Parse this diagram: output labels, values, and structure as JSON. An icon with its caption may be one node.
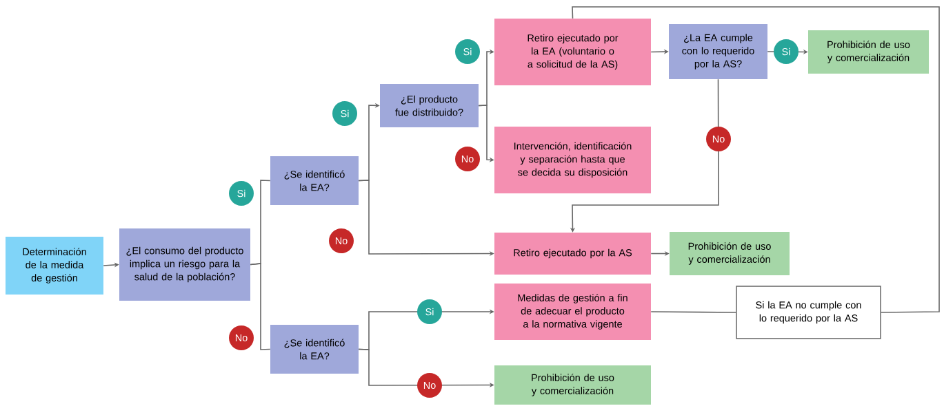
{
  "diagram": {
    "nodes": [
      {
        "text": [
          "Determinación de la medida de gestión"
        ]
      },
      {
        "text": [
          "¿El consumo del producto implica un riesgo para la salud de la población?"
        ]
      },
      {
        "text": [
          "¿Se identificó la EA?"
        ]
      },
      {
        "text": [
          "¿Se identificó la EA?"
        ]
      },
      {
        "text": [
          "¿El producto fue distribuido?"
        ]
      },
      {
        "text": [
          "Retiro ejecutado por la EA (voluntario o a solicitud de la AS)"
        ]
      },
      {
        "text": [
          "Intervención, identificación y separación hasta que se decida su disposición"
        ]
      },
      {
        "text": [
          "¿La EA cumple con lo requerido por la AS?"
        ]
      },
      {
        "text": [
          "Prohibición de uso y comercialización"
        ]
      },
      {
        "text": [
          "Retiro ejecutado por la AS"
        ]
      },
      {
        "text": [
          "Prohibición de uso y comercialización"
        ]
      },
      {
        "text": [
          "Medidas de gestión a fin de adecuar el producto a la normativa vigente"
        ]
      },
      {
        "text": [
          "Si la EA no cumple con lo requerido por la AS"
        ]
      },
      {
        "text": [
          "Prohibición de uso y comercialización"
        ]
      }
    ],
    "edges": [
      {
        "from": 0,
        "to": 1,
        "arrow": "to"
      },
      {
        "from": 1,
        "to": 2,
        "arrow": "none",
        "label": "Si"
      },
      {
        "from": 1,
        "to": 3,
        "arrow": "none",
        "label": "No"
      },
      {
        "from": 2,
        "to": 4,
        "arrow": "to",
        "label": "Si"
      },
      {
        "from": 2,
        "to": 9,
        "arrow": "to",
        "label": "No"
      },
      {
        "from": 4,
        "to": 5,
        "arrow": "to",
        "label": "Si"
      },
      {
        "from": 4,
        "to": 6,
        "arrow": "to",
        "label": "No"
      },
      {
        "from": 5,
        "to": 7,
        "arrow": "to"
      },
      {
        "from": 7,
        "to": 8,
        "arrow": "to",
        "label": "Si"
      },
      {
        "from": 7,
        "to": 9,
        "arrow": "to",
        "label": "No"
      },
      {
        "from": 9,
        "to": 10,
        "arrow": "to"
      },
      {
        "from": 3,
        "to": 11,
        "arrow": "to",
        "label": "Si"
      },
      {
        "from": 3,
        "to": 13,
        "arrow": "to",
        "label": "No"
      },
      {
        "from": 11,
        "to": 12,
        "arrow": "none"
      },
      {
        "from": 12,
        "to": 5,
        "arrow": "none"
      }
    ]
  }
}
